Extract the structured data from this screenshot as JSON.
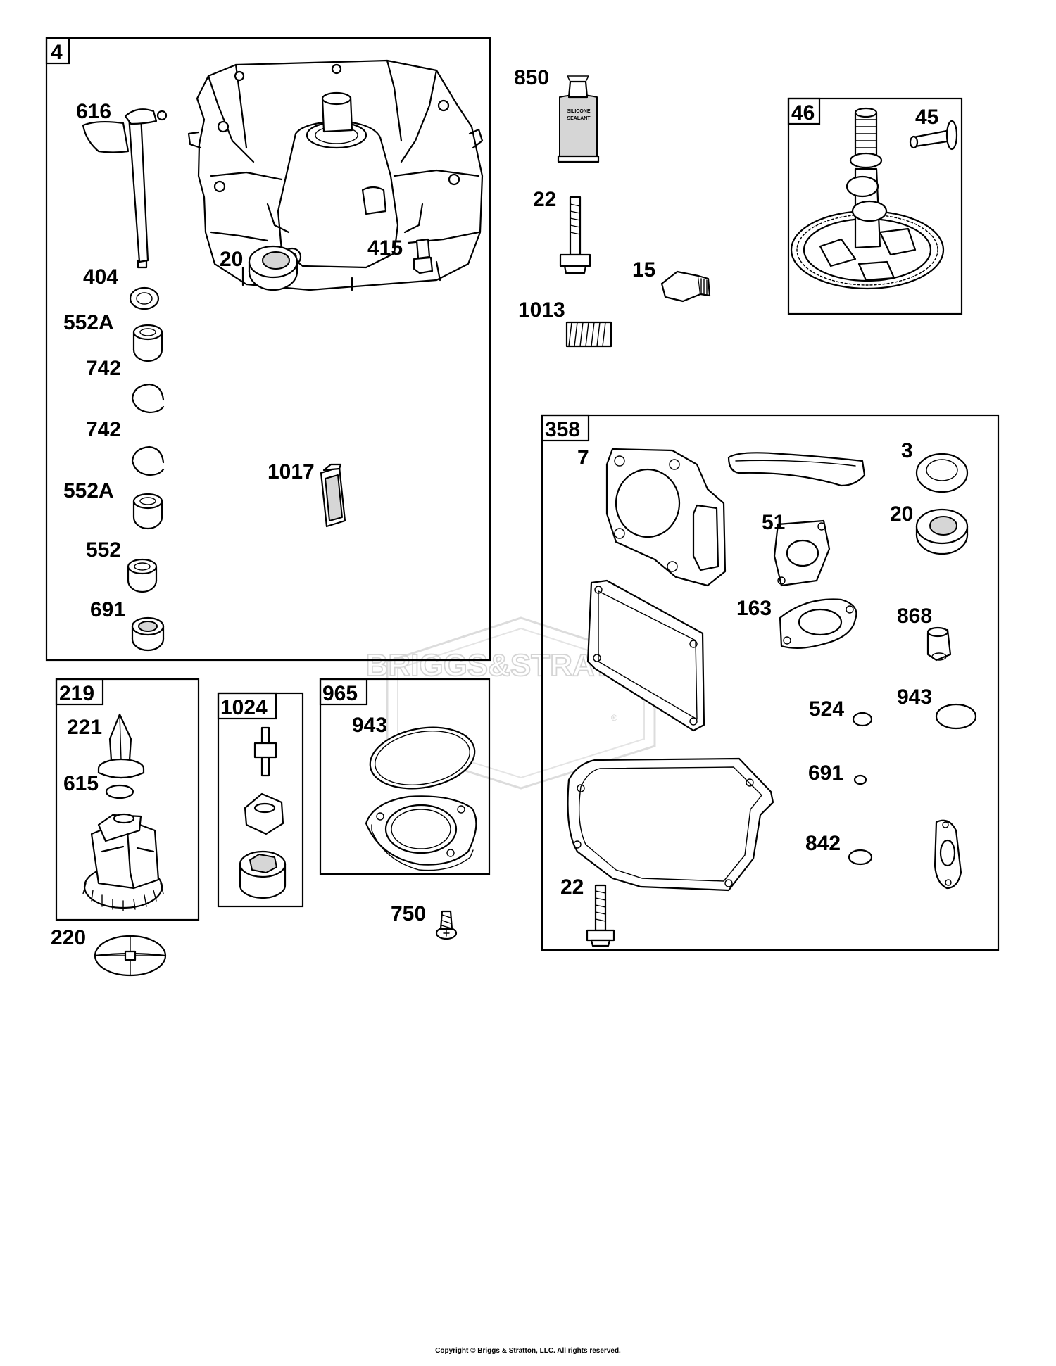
{
  "groups": [
    {
      "id": "4",
      "tag": "4",
      "parts": [
        "616",
        "404",
        "552A",
        "742",
        "742",
        "552A",
        "552",
        "691",
        "20",
        "415",
        "1017"
      ]
    },
    {
      "id": "46",
      "tag": "46",
      "parts": [
        "45"
      ]
    },
    {
      "id": "358",
      "tag": "358",
      "parts": [
        "7",
        "3",
        "20",
        "51",
        "163",
        "868",
        "524",
        "943",
        "691",
        "842",
        "22"
      ]
    },
    {
      "id": "219",
      "tag": "219",
      "parts": [
        "221",
        "615"
      ]
    },
    {
      "id": "1024",
      "tag": "1024",
      "parts": []
    },
    {
      "id": "965",
      "tag": "965",
      "parts": [
        "943"
      ]
    }
  ],
  "loose_parts": [
    "850",
    "22",
    "15",
    "1013",
    "220",
    "750"
  ],
  "watermark": {
    "text": "BRIGGS&STRATTON",
    "mark": "®"
  },
  "sealant_tube_text": [
    "SILICONE",
    "SEALANT"
  ],
  "copyright": "Copyright © Briggs & Stratton, LLC. All rights reserved.",
  "colors": {
    "ink": "#000000",
    "paper": "#ffffff",
    "watermark": "#d4d4d4",
    "shade": "#d6d6d6"
  }
}
